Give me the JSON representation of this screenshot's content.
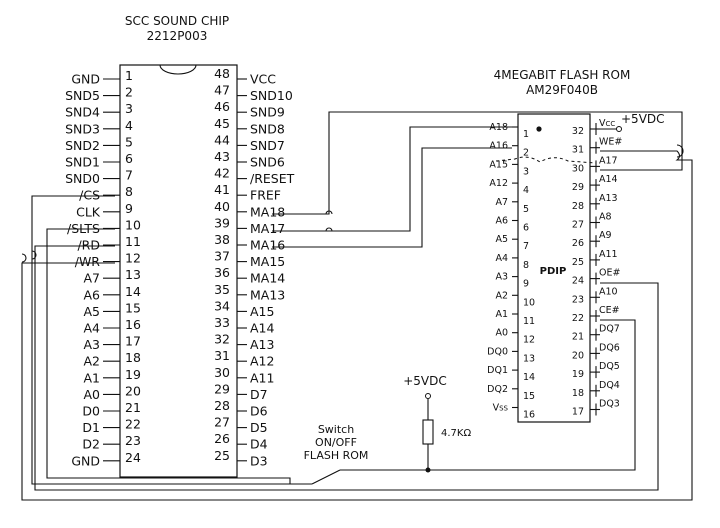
{
  "scc": {
    "title": "SCC SOUND CHIP",
    "part": "2212P003",
    "left_pins": [
      {
        "num": "1",
        "label": "GND"
      },
      {
        "num": "2",
        "label": "SND5"
      },
      {
        "num": "3",
        "label": "SND4"
      },
      {
        "num": "4",
        "label": "SND3"
      },
      {
        "num": "5",
        "label": "SND2"
      },
      {
        "num": "6",
        "label": "SND1"
      },
      {
        "num": "7",
        "label": "SND0"
      },
      {
        "num": "8",
        "label": "/CS"
      },
      {
        "num": "9",
        "label": "CLK"
      },
      {
        "num": "10",
        "label": "/SLTS"
      },
      {
        "num": "11",
        "label": "/RD"
      },
      {
        "num": "12",
        "label": "/WR"
      },
      {
        "num": "13",
        "label": "A7"
      },
      {
        "num": "14",
        "label": "A6"
      },
      {
        "num": "15",
        "label": "A5"
      },
      {
        "num": "16",
        "label": "A4"
      },
      {
        "num": "17",
        "label": "A3"
      },
      {
        "num": "18",
        "label": "A2"
      },
      {
        "num": "19",
        "label": "A1"
      },
      {
        "num": "20",
        "label": "A0"
      },
      {
        "num": "21",
        "label": "D0"
      },
      {
        "num": "22",
        "label": "D1"
      },
      {
        "num": "23",
        "label": "D2"
      },
      {
        "num": "24",
        "label": "GND"
      }
    ],
    "right_pins": [
      {
        "num": "48",
        "label": "VCC"
      },
      {
        "num": "47",
        "label": "SND10"
      },
      {
        "num": "46",
        "label": "SND9"
      },
      {
        "num": "45",
        "label": "SND8"
      },
      {
        "num": "44",
        "label": "SND7"
      },
      {
        "num": "43",
        "label": "SND6"
      },
      {
        "num": "42",
        "label": "/RESET"
      },
      {
        "num": "41",
        "label": "FREF"
      },
      {
        "num": "40",
        "label": "MA18"
      },
      {
        "num": "39",
        "label": "MA17"
      },
      {
        "num": "38",
        "label": "MA16"
      },
      {
        "num": "37",
        "label": "MA15"
      },
      {
        "num": "36",
        "label": "MA14"
      },
      {
        "num": "35",
        "label": "MA13"
      },
      {
        "num": "34",
        "label": "A15"
      },
      {
        "num": "33",
        "label": "A14"
      },
      {
        "num": "32",
        "label": "A13"
      },
      {
        "num": "31",
        "label": "A12"
      },
      {
        "num": "30",
        "label": "A11"
      },
      {
        "num": "29",
        "label": "D7"
      },
      {
        "num": "28",
        "label": "D6"
      },
      {
        "num": "27",
        "label": "D5"
      },
      {
        "num": "26",
        "label": "D4"
      },
      {
        "num": "25",
        "label": "D3"
      }
    ]
  },
  "flash": {
    "title": "4MEGABIT FLASH ROM",
    "part": "AM29F040B",
    "package": "PDIP",
    "left_pins": [
      {
        "num": "1",
        "label": "A18"
      },
      {
        "num": "2",
        "label": "A16"
      },
      {
        "num": "3",
        "label": "A15"
      },
      {
        "num": "4",
        "label": "A12"
      },
      {
        "num": "5",
        "label": "A7"
      },
      {
        "num": "6",
        "label": "A6"
      },
      {
        "num": "7",
        "label": "A5"
      },
      {
        "num": "8",
        "label": "A4"
      },
      {
        "num": "9",
        "label": "A3"
      },
      {
        "num": "10",
        "label": "A2"
      },
      {
        "num": "11",
        "label": "A1"
      },
      {
        "num": "12",
        "label": "A0"
      },
      {
        "num": "13",
        "label": "DQ0"
      },
      {
        "num": "14",
        "label": "DQ1"
      },
      {
        "num": "15",
        "label": "DQ2"
      },
      {
        "num": "16",
        "label": "VSS"
      }
    ],
    "right_pins": [
      {
        "num": "32",
        "label": "VCC"
      },
      {
        "num": "31",
        "label": "WE#"
      },
      {
        "num": "30",
        "label": "A17"
      },
      {
        "num": "29",
        "label": "A14"
      },
      {
        "num": "28",
        "label": "A13"
      },
      {
        "num": "27",
        "label": "A8"
      },
      {
        "num": "26",
        "label": "A9"
      },
      {
        "num": "25",
        "label": "A11"
      },
      {
        "num": "24",
        "label": "OE#"
      },
      {
        "num": "23",
        "label": "A10"
      },
      {
        "num": "22",
        "label": "CE#"
      },
      {
        "num": "21",
        "label": "DQ7"
      },
      {
        "num": "20",
        "label": "DQ6"
      },
      {
        "num": "19",
        "label": "DQ5"
      },
      {
        "num": "18",
        "label": "DQ4"
      },
      {
        "num": "17",
        "label": "DQ3"
      }
    ]
  },
  "power": {
    "vcc_flash": "+5VDC",
    "vcc_resistor": "+5VDC"
  },
  "resistor": {
    "value": "4.7KΩ"
  },
  "switch": {
    "line1": "Switch",
    "line2": "ON/OFF",
    "line3": "FLASH ROM"
  }
}
